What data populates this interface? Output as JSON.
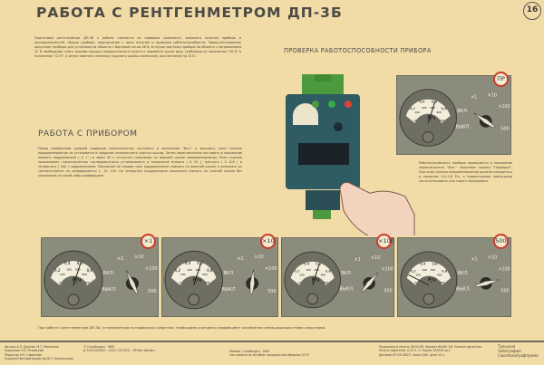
{
  "title": "РАБОТА С РЕНТГЕНМЕТРОМ ДП-3Б",
  "page_number": "16",
  "intro": "Подготовка рентгенметра ДП-3Б к работе слагается из проверки комплекта, внешнего осмотра прибора и принадлежностей, сборки прибора, подключения к цепи питания и проверки работоспособности. Завод-изготовитель выпускает приборы для установки на объекты с бортовой сетью 26 В. В случае монтажа прибора на объекте с напряжением 12 В необходимо снять заднюю крышку измерительного пульта и перевести ручки двух тумблеров из положения \"26 В\" в положение \"12 В\", а затем заменить лампочку подсвета шкалы лампочкой, рассчитанной на 12 В.",
  "work": {
    "heading": "РАБОТА С ПРИБОРОМ",
    "text": "Перед измерением уровней радиации переключатель поставить в положение \"Вкл.\" и выждать, пока стрелка микроамперметра не установится в пределах зачерненного участка шкалы. Затем переключатель поставить в положение первого поддиапазона ( Х 1 ) и через 30 с отсчитать показания по верхней шкале микроамперметра. Если стрелка зашкаливает, переключатель последовательно устанавливать в положение второго ( Х 10 ), третьего ( Х 100 ) и четвертого ( 500 ) поддиапазонов. Показания на первых трех поддиапазонах снимать по верхней шкале и умножать их соответственно на коэффициенты 1, 10, 100. На четвертом поддиапазоне показания снимать по нижней шкале без умножения на какой-либо коэффициент."
  },
  "check": {
    "heading": "ПРОВЕРКА РАБОТОСПОСОБНОСТИ ПРИБОРА",
    "text": "Работоспособность прибора проверяется в положении переключателя \"Вкл.\" нажатием кнопки \"Проверка\". При этом стрелка микроамперметра должна находиться в пределах 0,4–0,8 Р/ч, а индикаторная лампа-диод часто вспыхивать или гореть непрерывно."
  },
  "dial": {
    "top_scale": [
      "0,2",
      "0,4",
      "0,6",
      "0,8"
    ],
    "bottom_scale": [
      "0",
      "100",
      "200",
      "300",
      "400",
      "500"
    ],
    "unit": "Р/ч",
    "switch": {
      "on": "ВКЛ.",
      "off": "ВЫКЛ.",
      "x1": "×1",
      "x10": "×10",
      "x100": "×100",
      "x500": "500"
    }
  },
  "panels": [
    {
      "badge": "ПР",
      "position": "on",
      "needle": 0.6
    },
    {
      "badge": "×1",
      "position": "x1",
      "needle": 0.6
    },
    {
      "badge": "×10",
      "position": "x10",
      "needle": 0.6
    },
    {
      "badge": "×100",
      "position": "x100",
      "needle": 0.6
    },
    {
      "badge": "500",
      "position": "x500",
      "needle": 0.15
    }
  ],
  "footnote": "При работе с рентгенметром ДП-3Б, установленным на подвижных средствах, необходимо учитывать коэффициент ослабления гамма-радиации этими средствами.",
  "credits": {
    "authors": [
      "Авторы А.П. Дурнев, М.Т. Минсиков",
      "Художник Н.Е. Розовский",
      "Редактор Н.К. Смирнова",
      "Художественный редактор В.Н. Кошелькова"
    ],
    "copyright": [
      "© Стройиздат, 1985",
      "Д 3101020000 – 1415 / 047(01) – 85  без объявл."
    ],
    "publisher": [
      "Москва, Стройиздат, 1985",
      "Составлено по Штабом гражданской обороны СССР"
    ],
    "print": [
      "Подписано в печать 26.04.85. Формат 60х90 1/8. Бумага офсетная.",
      "Печать офсетная. 0,25 п. л.  Тираж 100000 экз.",
      "Договор АП XYI-8023. Заказ 548. Цена 10 к."
    ],
    "printer": [
      "Тульская",
      "типография",
      "Союзполиграфпрома"
    ]
  },
  "colors": {
    "paper": "#f1dca8",
    "panel": "#8c8c7c",
    "device": "#2f5b63",
    "badge_ring": "#c93b2c",
    "green": "#4d9a3e"
  }
}
